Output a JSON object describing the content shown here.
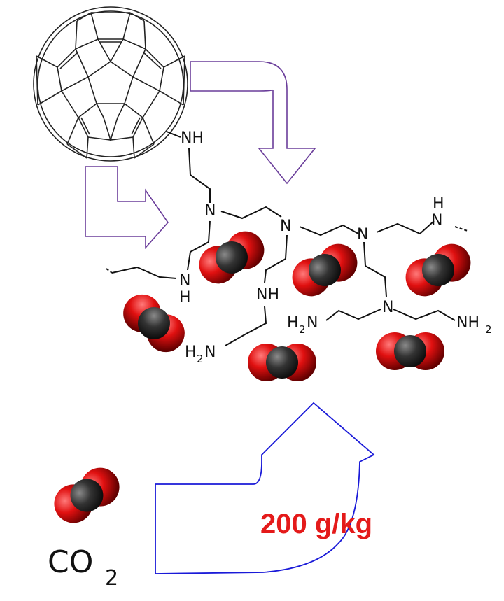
{
  "labels": {
    "nh_top": "NH",
    "n_branch_1": "N",
    "n_branch_2": "N",
    "n_branch_3": "N",
    "n_lower": "N",
    "nh_left": "N",
    "nh_left_h": "H",
    "nh_mid": "NH",
    "nh_right_h": "H",
    "nh_right_n": "N",
    "nh2_a_h": "H",
    "nh2_a_sub": "2",
    "nh2_a_n": "N",
    "nh2_b_h": "H",
    "nh2_b_sub": "2",
    "nh2_b_n": "N",
    "nh2_c_n": "NH",
    "nh2_c_sub": "2",
    "co2_main": "CO",
    "co2_sub": "2",
    "capacity": "200 g/kg"
  },
  "colors": {
    "oxygen": "#e01010",
    "carbon": "#333333",
    "arrow_purple": "#6a3d9a",
    "arrow_blue": "#1a1ad8",
    "capacity_text": "#e41a1a"
  },
  "icons": {
    "fullerene": "c60-fullerene-icon",
    "co2_molecule": "co2-space-filling-icon"
  }
}
